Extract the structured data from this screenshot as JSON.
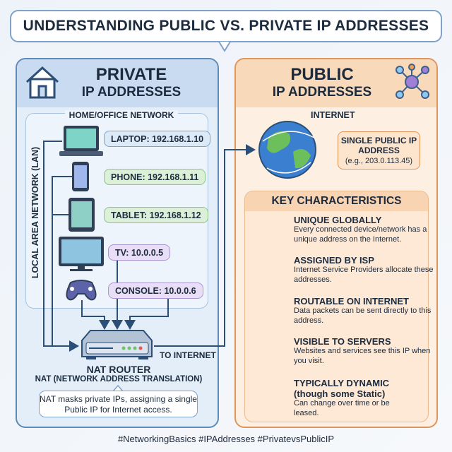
{
  "title": "UNDERSTANDING PUBLIC VS. PRIVATE IP ADDRESSES",
  "private": {
    "heading": "PRIVATE",
    "subheading": "IP ADDRESSES",
    "network_title": "HOME/OFFICE NETWORK",
    "lan_label": "LOCAL AREA NETWORK (LAN)",
    "devices": [
      {
        "label": "LAPTOP: 192.168.1.10"
      },
      {
        "label": "PHONE: 192.168.1.11"
      },
      {
        "label": "TABLET: 192.168.1.12"
      },
      {
        "label": "TV: 10.0.0.5"
      },
      {
        "label": "CONSOLE: 10.0.0.6"
      }
    ],
    "router_title": "NAT ROUTER",
    "router_subtitle": "NAT (NETWORK ADDRESS TRANSLATION)",
    "router_note": "NAT masks private IPs, assigning a single Public IP for Internet access.",
    "to_internet": "TO INTERNET"
  },
  "public": {
    "heading": "PUBLIC",
    "subheading": "IP ADDRESSES",
    "internet_label": "INTERNET",
    "single_ip_title": "SINGLE PUBLIC IP ADDRESS",
    "single_ip_example": "(e.g., 203.0.113.45)",
    "key_title": "KEY CHARACTERISTICS",
    "items": [
      {
        "title": "UNIQUE GLOBALLY",
        "text": "Every connected device/network has a unique address on the Internet."
      },
      {
        "title": "ASSIGNED BY ISP",
        "text": "Internet Service Providers allocate these addresses."
      },
      {
        "title": "ROUTABLE ON INTERNET",
        "text": "Data packets can be sent directly to this address."
      },
      {
        "title": "VISIBLE TO SERVERS",
        "text": "Websites and services see this IP when you visit."
      },
      {
        "title": "TYPICALLY DYNAMIC (though some Static)",
        "text": "Can change over time or be leased."
      }
    ]
  },
  "hashtags": "#NetworkingBasics #IPAddresses #PrivatevsPublicIP",
  "colors": {
    "private": "#5f8ab6",
    "public": "#e0955a",
    "line": "#2c4f78"
  }
}
